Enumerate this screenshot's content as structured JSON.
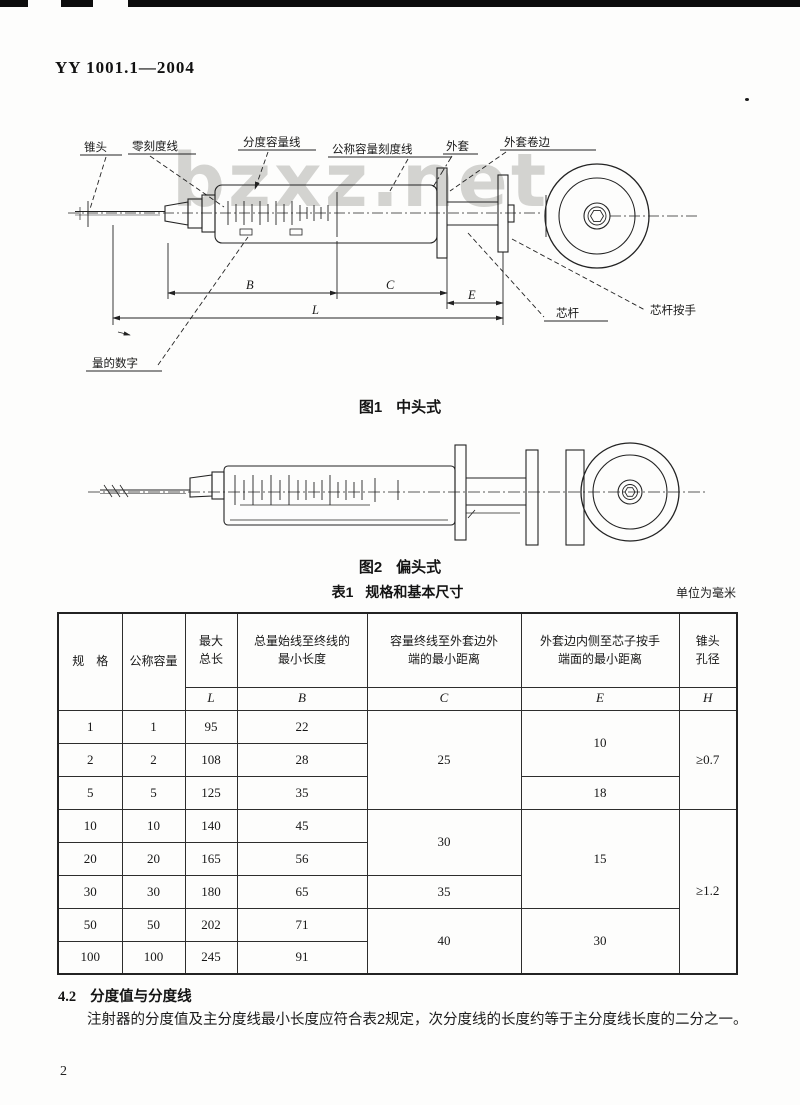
{
  "page": {
    "header": "YY 1001.1—2004",
    "page_number": "2",
    "watermark": "bzxz.net"
  },
  "figure1": {
    "caption_label": "图1",
    "caption": "中头式",
    "labels": {
      "cone": "锥头",
      "zero_line": "零刻度线",
      "grad_line": "分度容量线",
      "nominal_line": "公称容量刻度线",
      "barrel": "外套",
      "barrel_flange": "外套卷边",
      "plunger": "芯杆",
      "plunger_button": "芯杆按手",
      "qty_numbers": "量的数字"
    },
    "dims": {
      "b": "B",
      "c": "C",
      "e": "E",
      "l": "L"
    }
  },
  "figure2": {
    "caption_label": "图2",
    "caption": "偏头式"
  },
  "table": {
    "title_label": "表1",
    "title": "规格和基本尺寸",
    "unit_note": "单位为毫米",
    "headers": {
      "spec": "规　格",
      "capacity": "公称容量",
      "max_len_1": "最大",
      "max_len_2": "总长",
      "b_1": "总量始线至终线的",
      "b_2": "最小长度",
      "c_1": "容量终线至外套边外",
      "c_2": "端的最小距离",
      "e_1": "外套边内侧至芯子按手",
      "e_2": "端面的最小距离",
      "h_1": "锥头",
      "h_2": "孔径"
    },
    "letters": {
      "l": "L",
      "b": "B",
      "c": "C",
      "e": "E",
      "h": "H"
    },
    "rows": [
      {
        "spec": "1",
        "cap": "1",
        "l": "95",
        "b": "22"
      },
      {
        "spec": "2",
        "cap": "2",
        "l": "108",
        "b": "28"
      },
      {
        "spec": "5",
        "cap": "5",
        "l": "125",
        "b": "35"
      },
      {
        "spec": "10",
        "cap": "10",
        "l": "140",
        "b": "45"
      },
      {
        "spec": "20",
        "cap": "20",
        "l": "165",
        "b": "56"
      },
      {
        "spec": "30",
        "cap": "30",
        "l": "180",
        "b": "65"
      },
      {
        "spec": "50",
        "cap": "50",
        "l": "202",
        "b": "71"
      },
      {
        "spec": "100",
        "cap": "100",
        "l": "245",
        "b": "91"
      }
    ],
    "c_groups": [
      {
        "v": "25"
      },
      {
        "v": "30"
      },
      {
        "v": "35"
      },
      {
        "v": "40"
      }
    ],
    "e_groups": [
      {
        "v": "10"
      },
      {
        "v": "18"
      },
      {
        "v": "15"
      },
      {
        "v": "30"
      }
    ],
    "h_groups": [
      {
        "v": "≥0.7"
      },
      {
        "v": "≥1.2"
      }
    ]
  },
  "section": {
    "number": "4.2",
    "title": "分度值与分度线",
    "body": "注射器的分度值及主分度线最小长度应符合表2规定，次分度线的长度约等于主分度线长度的二分之一。"
  }
}
